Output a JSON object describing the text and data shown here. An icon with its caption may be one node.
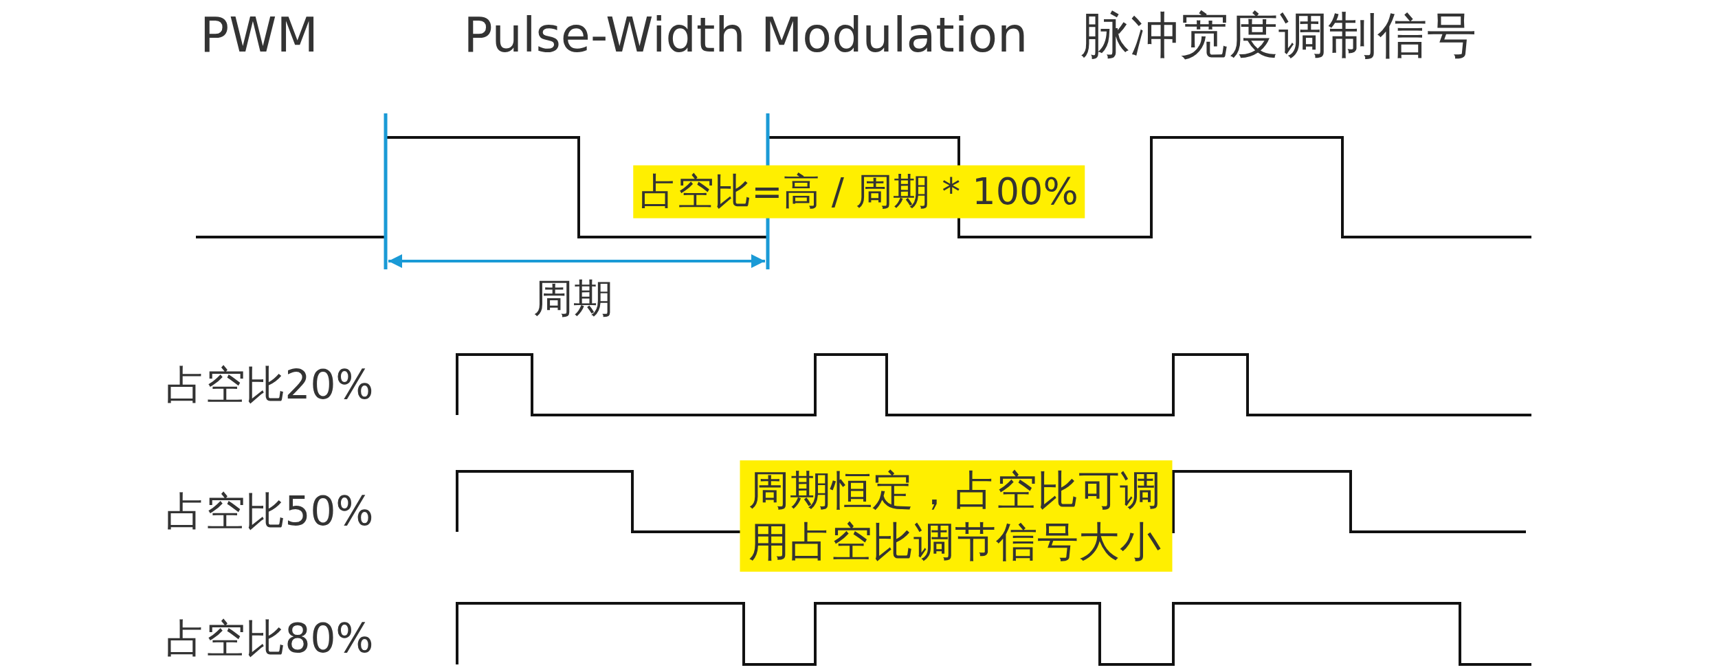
{
  "diagram": {
    "labels": [
      "PWM",
      "Pulse-Width Modulation",
      "脉冲宽度调制信号",
      "占空比=高 / 周期 * 100%",
      "周期",
      "占空比20%",
      "占空比50%",
      "周期恒定，占空比可调用占空比调节信号大小",
      "占空比80%"
    ]
  }
}
